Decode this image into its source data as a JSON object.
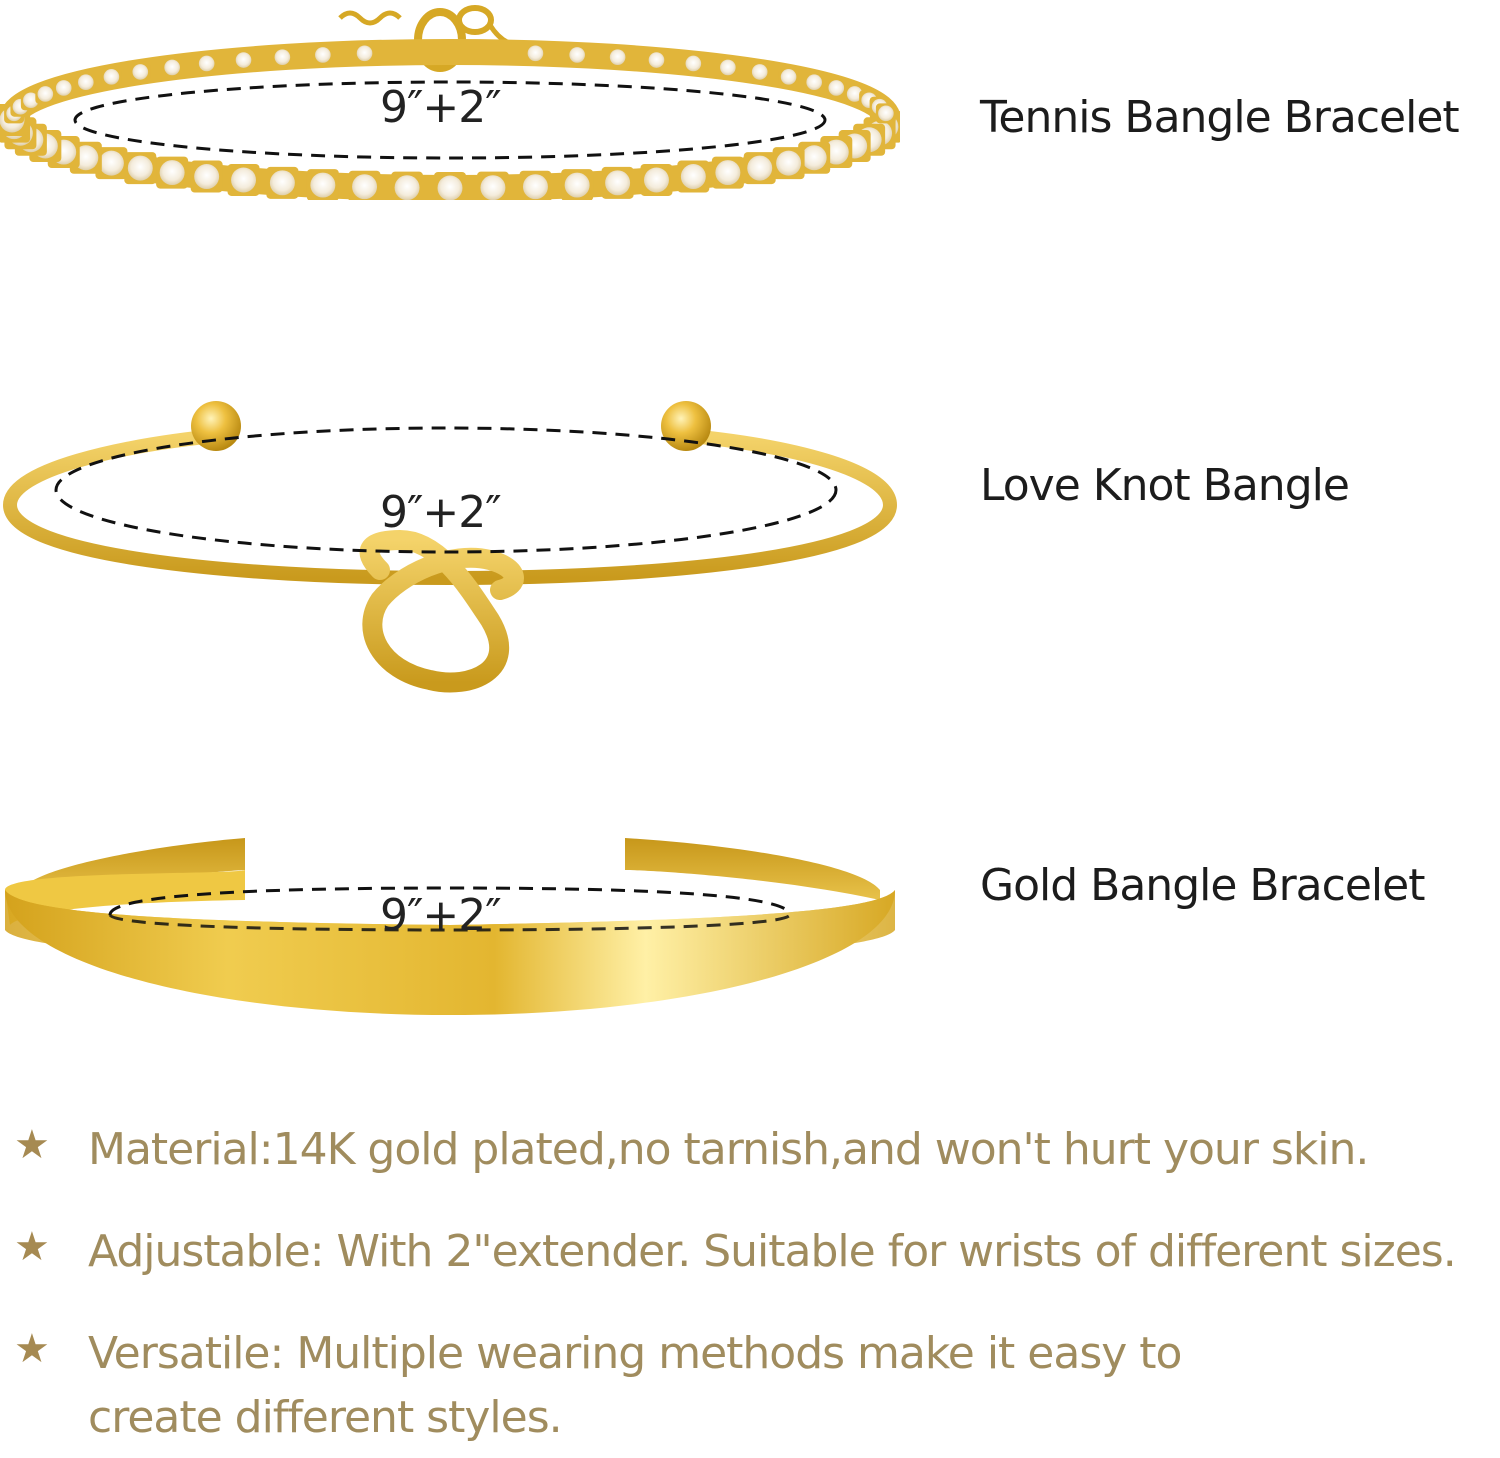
{
  "products": [
    {
      "name": "Tennis Bangle Bracelet",
      "size": "9″+2″",
      "icon": "tennis-bracelet-image"
    },
    {
      "name": "Love Knot Bangle",
      "size": "9″+2″",
      "icon": "love-knot-bangle-image"
    },
    {
      "name": "Gold Bangle Bracelet",
      "size": "9″+2″",
      "icon": "cuff-bangle-image"
    }
  ],
  "features": [
    {
      "icon": "star-icon",
      "lines": [
        "Material:14K gold plated,no tarnish,and won't hurt your skin."
      ]
    },
    {
      "icon": "star-icon",
      "lines": [
        "Adjustable: With 2\"extender. Suitable for wrists of different sizes."
      ]
    },
    {
      "icon": "star-icon",
      "lines": [
        "Versatile: Multiple wearing methods make it easy to",
        "create different styles."
      ]
    }
  ],
  "colors": {
    "gold": "#e3b838",
    "gold_dark": "#c79a1c",
    "gold_light": "#f7dd7a",
    "feature_text": "#a08c5e",
    "name_text": "#1c1c1c"
  }
}
